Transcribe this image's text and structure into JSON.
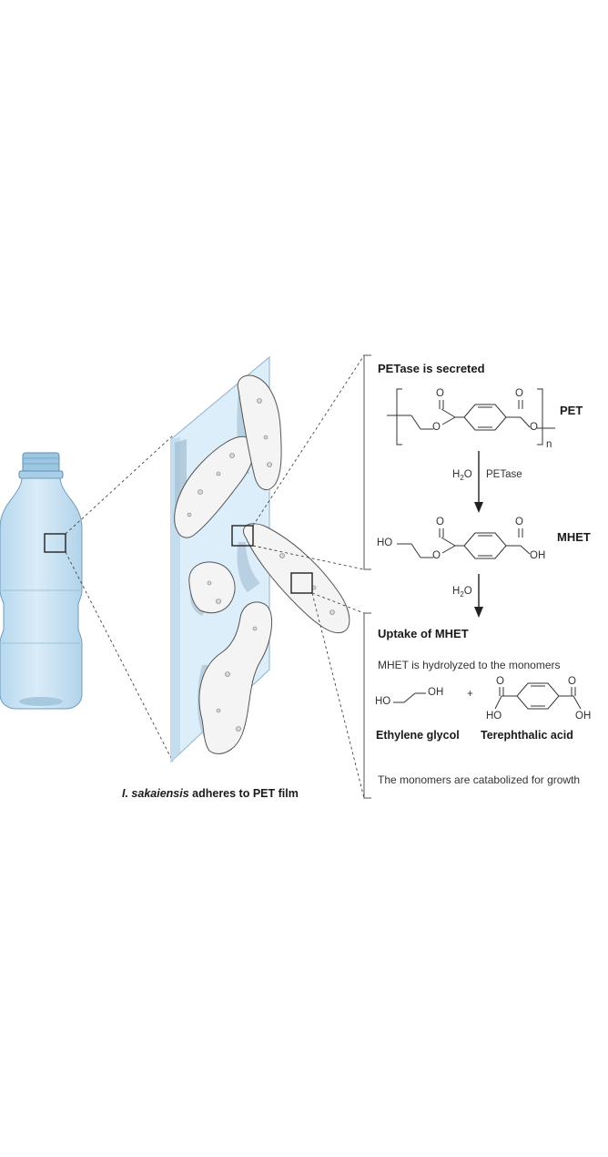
{
  "panel": {
    "step1_heading": "PETase is secreted",
    "pet_label": "PET",
    "repeat_subscript": "n",
    "carbonyl_o": "O",
    "ester_o": "O",
    "arrow1_water_main": "H",
    "arrow1_water_sub": "2",
    "arrow1_water_tail": "O",
    "arrow1_enzyme": "PETase",
    "mhet_label": "MHET",
    "mhet_ho": "HO",
    "mhet_oh": "OH",
    "arrow2_water_main": "H",
    "arrow2_water_sub": "2",
    "arrow2_water_tail": "O",
    "step2_heading": "Uptake of MHET",
    "hydrolysis_note": "MHET is hydrolyzed to the monomers",
    "eg_ho": "HO",
    "eg_oh": "OH",
    "plus": "+",
    "tpa_ho": "HO",
    "tpa_oh": "OH",
    "eg_label": "Ethylene glycol",
    "tpa_label": "Terephthalic acid",
    "catabolism_note": "The monomers are catabolized for growth"
  },
  "caption": {
    "species": "I. sakaiensis",
    "rest": " adheres to PET film"
  },
  "colors": {
    "bottle_fill": "#cfe6f5",
    "bottle_cap": "#9cc7e2",
    "film_fill": "#dbeefa",
    "film_shadow": "#a9c3d6",
    "bacteria_fill": "#f4f4f4",
    "line": "#222222"
  }
}
